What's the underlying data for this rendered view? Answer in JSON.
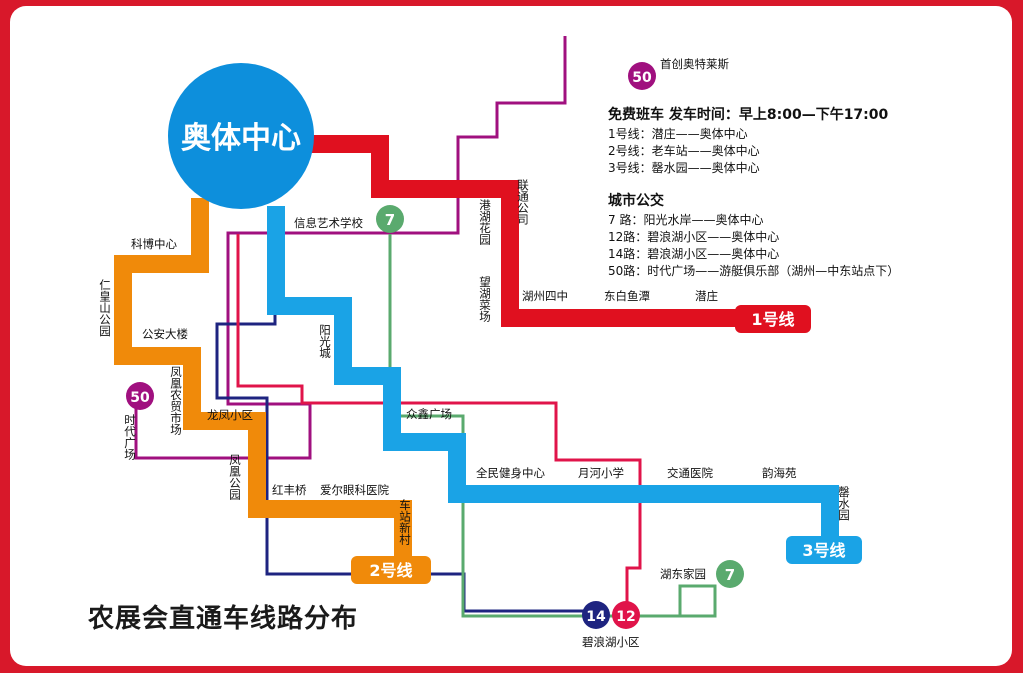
{
  "hub": {
    "name": "奥体中心"
  },
  "title": "农展会直通车线路分布",
  "lines": {
    "line1": {
      "label": "1号线",
      "color": "#e0101f"
    },
    "line2": {
      "label": "2号线",
      "color": "#f08a0a"
    },
    "line3": {
      "label": "3号线",
      "color": "#1aa3e6"
    },
    "bus7": {
      "label": "7",
      "color": "#5aaa6e"
    },
    "bus12": {
      "label": "12",
      "color": "#e0144a"
    },
    "bus14": {
      "label": "14",
      "color": "#1e2480"
    },
    "bus50": {
      "label": "50",
      "color": "#a0107f"
    }
  },
  "stations": {
    "lianton": "联通公司",
    "ganghu": "港湖花园",
    "wanghu": "望湖菜场",
    "huzhou4": "湖州四中",
    "dongbai": "东白鱼潭",
    "qianzhuang": "潜庄",
    "xinxi": "信息艺术学校",
    "kebo": "科博中心",
    "renhuang": "仁皇山公园",
    "gongan": "公安大楼",
    "fenghuang_nong": "凤凰农贸市场",
    "longfeng": "龙凤小区",
    "fenghuang_park": "凤凰公园",
    "hongfeng": "红丰桥",
    "aier": "爱尔眼科医院",
    "chezhan": "车站新村",
    "yangguang": "阳光城",
    "zhongxin": "众鑫广场",
    "quanmin": "全民健身中心",
    "yuehe": "月河小学",
    "jiaotong": "交通医院",
    "yunhai": "韵海苑",
    "xinshui": "罄水园",
    "shidai": "时代广场",
    "hudong": "湖东家园",
    "bilang": "碧浪湖小区",
    "shouchuang": "首创奥特莱斯"
  },
  "info": {
    "free_header": "免费班车 发车时间：早上8:00—下午17:00",
    "free_routes": [
      "1号线：潜庄——奥体中心",
      "2号线：老车站——奥体中心",
      "3号线：罄水园——奥体中心"
    ],
    "city_header": "城市公交",
    "city_routes": [
      "7 路：阳光水岸——奥体中心",
      "12路：碧浪湖小区——奥体中心",
      "14路：碧浪湖小区——奥体中心",
      "50路：时代广场——游艇俱乐部（湖州—中东站点下）"
    ]
  }
}
